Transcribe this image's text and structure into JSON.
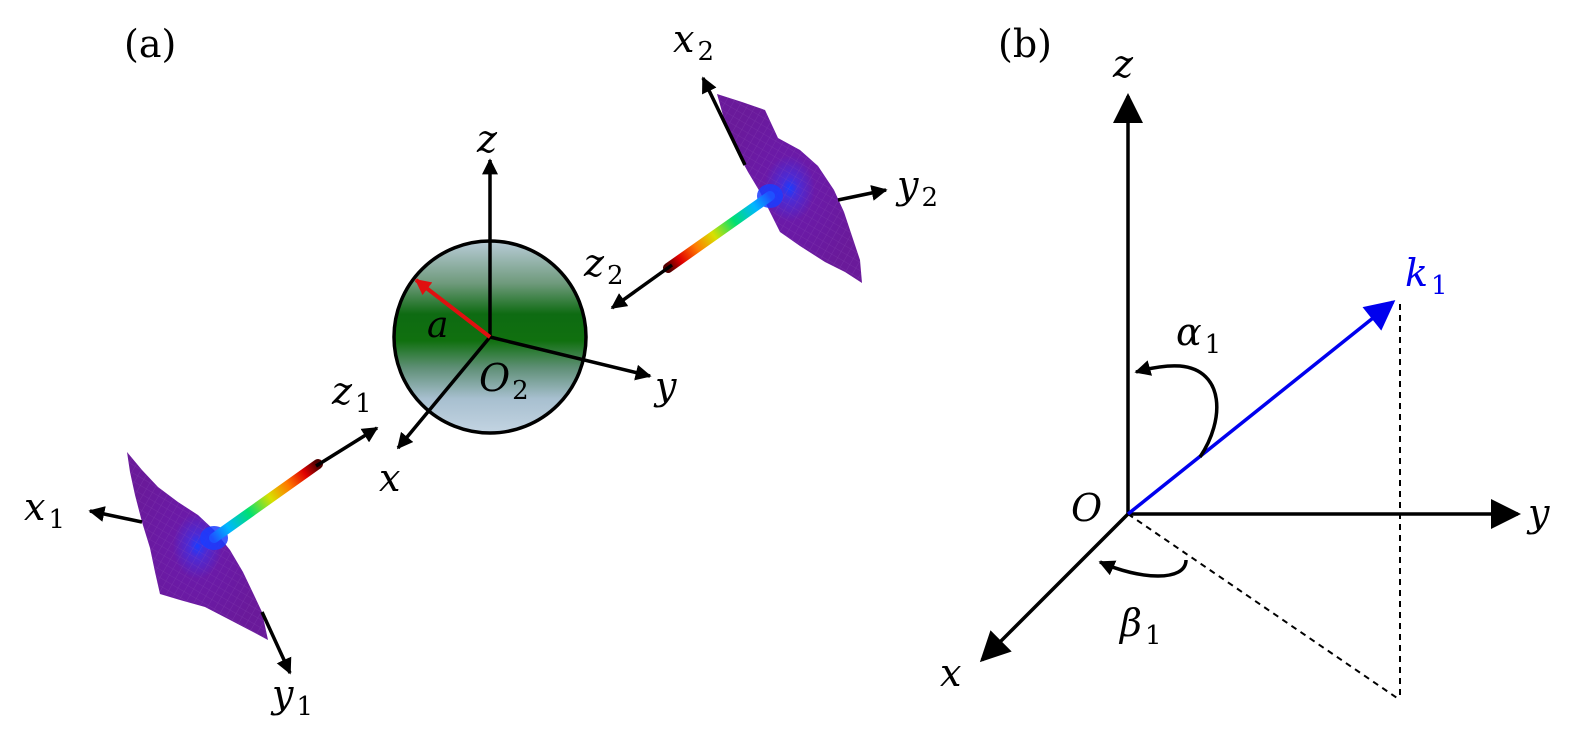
{
  "panels": {
    "a": {
      "tag": "(a)",
      "axes": {
        "x": "x",
        "y": "y",
        "z": "z"
      },
      "origin": {
        "main": "O",
        "sub": "2"
      },
      "radius_label": "a",
      "beam1_axes": {
        "x": {
          "main": "x",
          "sub": "1"
        },
        "y": {
          "main": "y",
          "sub": "1"
        },
        "z": {
          "main": "z",
          "sub": "1"
        }
      },
      "beam2_axes": {
        "x": {
          "main": "x",
          "sub": "2"
        },
        "y": {
          "main": "y",
          "sub": "2"
        },
        "z": {
          "main": "z",
          "sub": "2"
        }
      },
      "colors": {
        "sphere": "#2f7d2f",
        "radius_arrow": "#e01010",
        "beam_spot": "#6a1a9a"
      }
    },
    "b": {
      "tag": "(b)",
      "axes": {
        "x": "x",
        "y": "y",
        "z": "z"
      },
      "origin": "O",
      "wavevector": {
        "main": "k",
        "sub": "1"
      },
      "polar_angle": {
        "main": "α",
        "sub": "1"
      },
      "azimuth_angle": {
        "main": "β",
        "sub": "1"
      },
      "colors": {
        "wavevector": "#0000ee"
      }
    }
  }
}
